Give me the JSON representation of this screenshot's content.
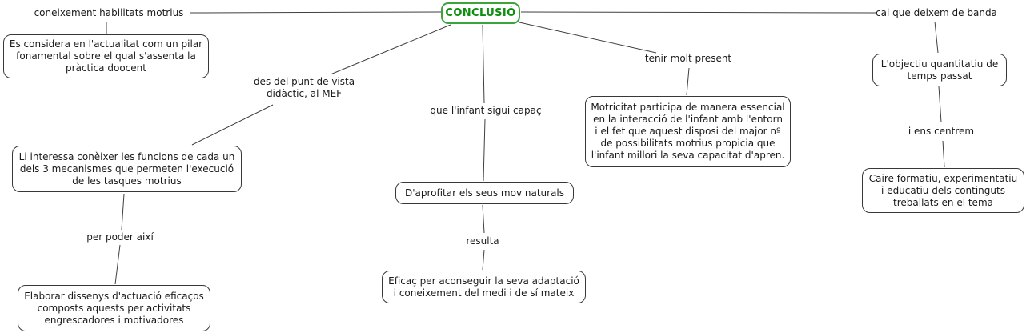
{
  "colors": {
    "line_color": "#3f3f3f",
    "box_border": "#383838",
    "text_color": "#1a1a1a",
    "root_text": "#0e8f0e",
    "root_border": "#3da33d",
    "canvas_bg": "#ffffff"
  },
  "map": {
    "root": {
      "label": "CONCLUSIÓ"
    },
    "concepts": {
      "es_considera": {
        "lines": [
          "Es considera en l'actualitat com un pilar",
          "fonamental sobre el qual s'assenta la",
          "pràctica doocent"
        ]
      },
      "li_interessa": {
        "lines": [
          "Li interessa conèixer les funcions de cada un",
          "dels 3 mecanismes que permeten l'execució",
          "de les tasques motrius"
        ]
      },
      "elaborar": {
        "lines": [
          "Elaborar dissenys d'actuació eficaços",
          "composts aquests per activitats",
          "engrescadores i motivadores"
        ]
      },
      "aprofitar": {
        "lines": [
          "D'aprofitar els seus mov naturals"
        ]
      },
      "eficac": {
        "lines": [
          "Eficaç per aconseguir la seva adaptació",
          "i coneixement del medi i de sí mateix"
        ]
      },
      "motricitat": {
        "lines": [
          "Motricitat participa de manera essencial",
          "en la interacció de l'infant amb l'entorn",
          "i el fet que aquest disposi del major nº",
          "de possibilitats motrius propicia que",
          "l'infant millori la seva capacitat d'apren."
        ]
      },
      "objectiu": {
        "lines": [
          "L'objectiu quantitatiu de",
          "temps passat"
        ]
      },
      "caire": {
        "lines": [
          "Caire formatiu, experimentatiu",
          "i educatiu dels continguts",
          "treballats en el tema"
        ]
      }
    },
    "linking_phrases": {
      "coneixement": {
        "lines": [
          "coneixement habilitats motrius"
        ]
      },
      "cal_que": {
        "lines": [
          "cal que deixem de banda"
        ]
      },
      "des_del": {
        "lines": [
          "des del punt de vista",
          "didàctic, al MEF"
        ]
      },
      "que_infant": {
        "lines": [
          "que l'infant sigui capaç"
        ]
      },
      "resulta": {
        "lines": [
          "resulta"
        ]
      },
      "tenir": {
        "lines": [
          "tenir molt present"
        ]
      },
      "i_ens": {
        "lines": [
          "i ens centrem"
        ]
      },
      "per_poder": {
        "lines": [
          "per poder així"
        ]
      }
    }
  }
}
